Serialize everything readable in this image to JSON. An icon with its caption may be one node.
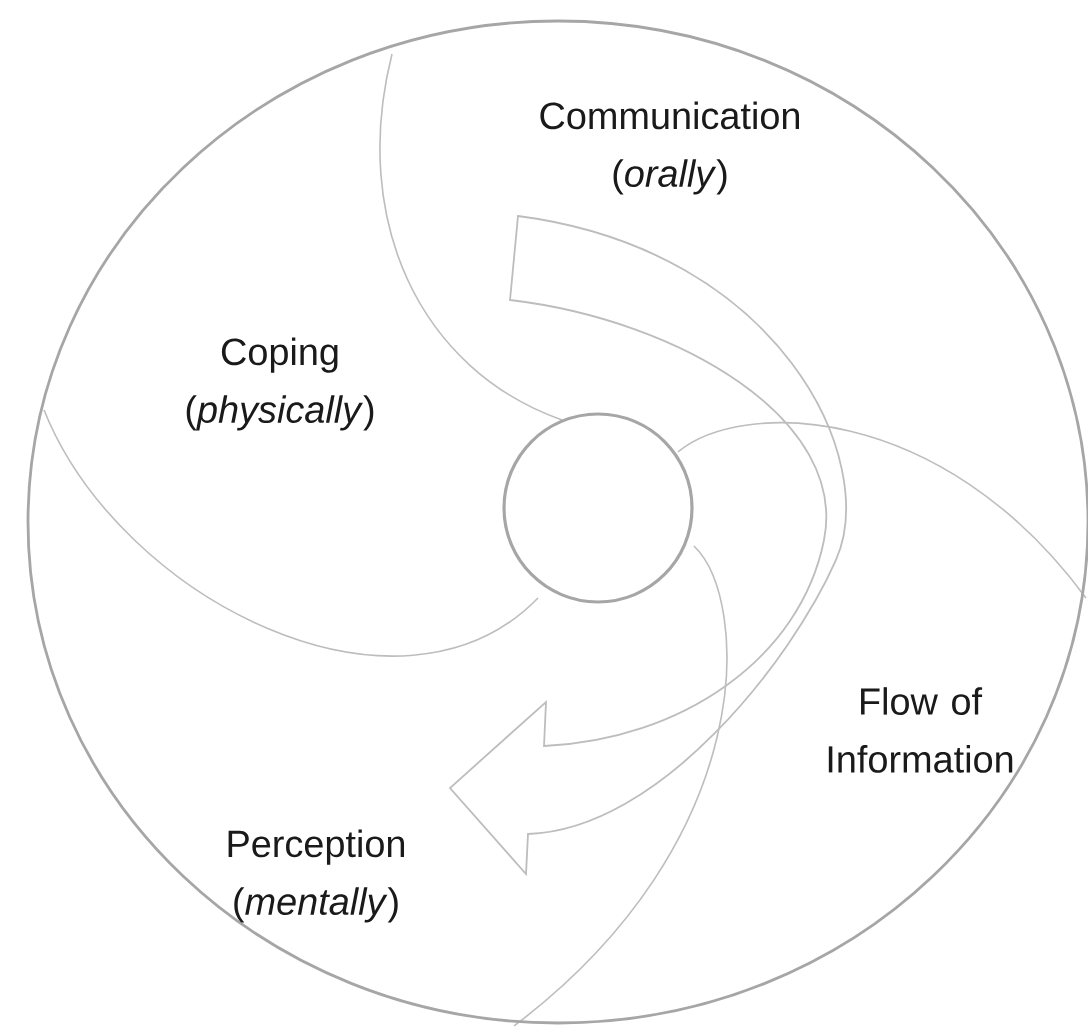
{
  "diagram": {
    "nodes": [
      {
        "text": [],
        "shape": "circle"
      },
      {
        "text": [],
        "shape": "circle",
        "in": 0
      }
    ],
    "labels": [
      "Communication (*orally*)",
      "Coping (*physically*)",
      "Flow of Information",
      "Perception (*mentally*)"
    ]
  }
}
